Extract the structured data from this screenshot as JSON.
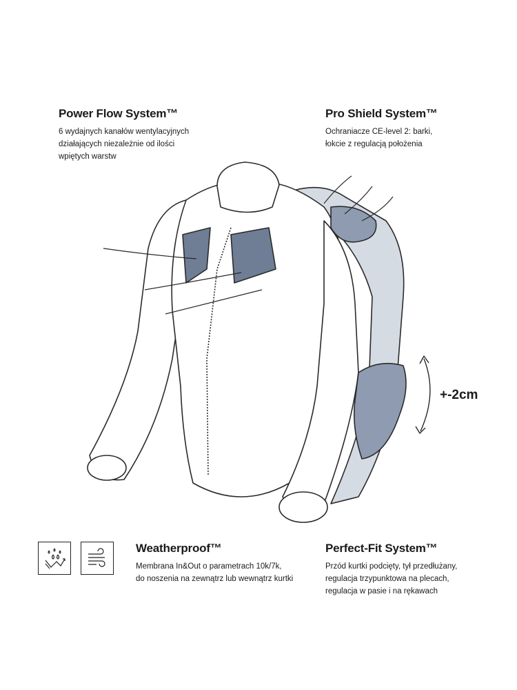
{
  "features": {
    "power_flow": {
      "title": "Power Flow System™",
      "lines": [
        "6 wydajnych kanałów wentylacyjnych",
        "działających niezależnie od ilości",
        "wpiętych warstw"
      ]
    },
    "pro_shield": {
      "title": "Pro Shield System™",
      "lines": [
        "Ochraniacze CE-level 2: barki,",
        "łokcie z regulacją położenia"
      ]
    },
    "weatherproof": {
      "title": "Weatherproof™",
      "lines": [
        "Membrana In&Out o parametrach 10k/7k,",
        "do noszenia na zewnątrz lub wewnątrz kurtki"
      ]
    },
    "perfect_fit": {
      "title": "Perfect-Fit System™",
      "lines": [
        "Przód kurtki podcięty, tył przedłużany,",
        "regulacja trzypunktowa na plecach,",
        "regulacja w pasie i na rękawach"
      ]
    }
  },
  "adjustment_label": "+-2cm",
  "icons": [
    "waterproof-breathable-icon",
    "windproof-icon"
  ],
  "colors": {
    "protector": "#8e9bb0",
    "back_panel": "#d5dbe3",
    "mesh": "#6f7d95",
    "line": "#2a2a2a"
  }
}
